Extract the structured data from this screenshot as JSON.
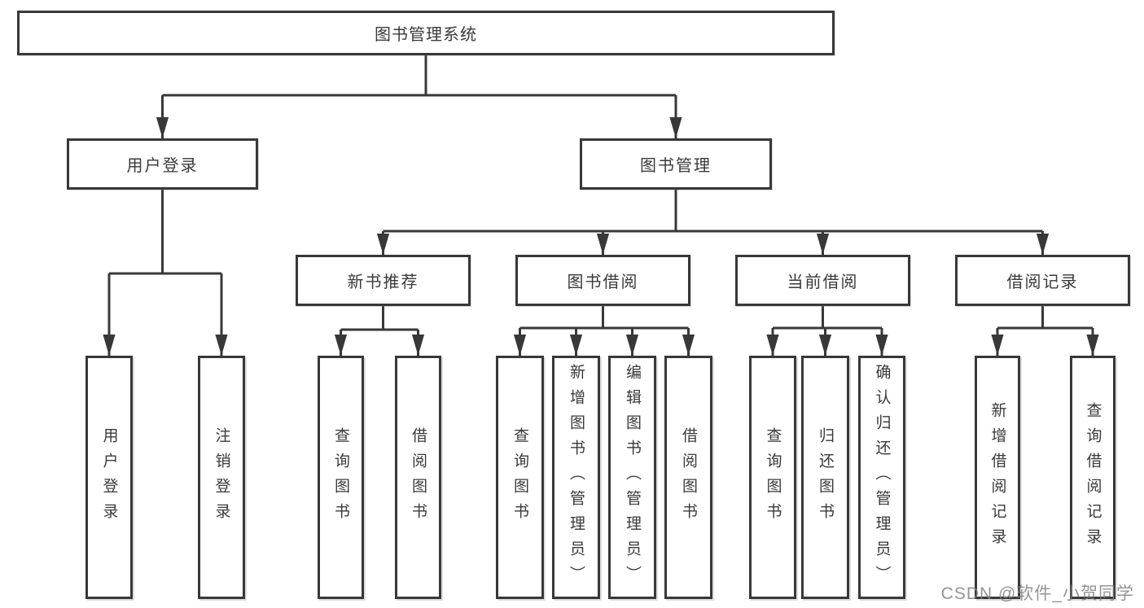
{
  "diagram": {
    "root": {
      "label": "图书管理系统"
    },
    "branches": [
      {
        "label": "用户登录",
        "children": [
          {
            "label": "用户登录"
          },
          {
            "label": "注销登录"
          }
        ]
      },
      {
        "label": "图书管理",
        "children": [
          {
            "label": "新书推荐",
            "children": [
              {
                "label": "查询图书"
              },
              {
                "label": "借阅图书"
              }
            ]
          },
          {
            "label": "图书借阅",
            "children": [
              {
                "label": "查询图书"
              },
              {
                "label": "新增图书（管理员）"
              },
              {
                "label": "编辑图书（管理员）"
              },
              {
                "label": "借阅图书"
              }
            ]
          },
          {
            "label": "当前借阅",
            "children": [
              {
                "label": "查询图书"
              },
              {
                "label": "归还图书"
              },
              {
                "label": "确认归还（管理员）"
              }
            ]
          },
          {
            "label": "借阅记录",
            "children": [
              {
                "label": "新增借阅记录"
              },
              {
                "label": "查询借阅记录"
              }
            ]
          }
        ]
      }
    ]
  },
  "watermark": {
    "text": "CSDN @软件_小贺同学"
  },
  "colors": {
    "line": "#383838",
    "box_border": "#383838",
    "text": "#3a3a3a",
    "background": "#ffffff",
    "watermark": "#7d7d7d"
  }
}
